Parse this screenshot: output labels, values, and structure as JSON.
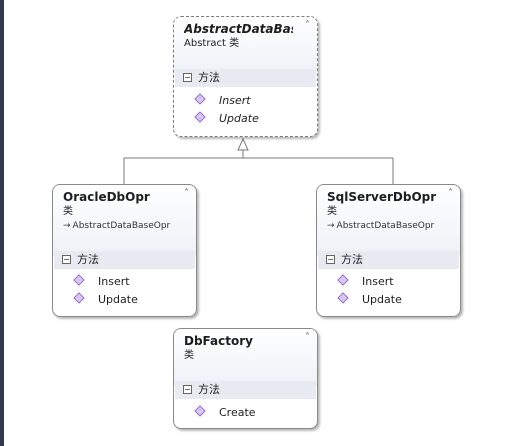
{
  "classes": {
    "abstract_db": {
      "name": "AbstractDataBas...",
      "stereotype": "Abstract 类",
      "section": "方法",
      "methods": [
        "Insert",
        "Update"
      ]
    },
    "oracle": {
      "name": "OracleDbOpr",
      "stereotype": "类",
      "inherits": "AbstractDataBaseOpr",
      "section": "方法",
      "methods": [
        "Insert",
        "Update"
      ]
    },
    "sqlserver": {
      "name": "SqlServerDbOpr",
      "stereotype": "类",
      "inherits": "AbstractDataBaseOpr",
      "section": "方法",
      "methods": [
        "Insert",
        "Update"
      ]
    },
    "factory": {
      "name": "DbFactory",
      "stereotype": "类",
      "section": "方法",
      "methods": [
        "Create"
      ]
    }
  },
  "icons": {
    "collapse": "chevron-up-icon",
    "method": "method-icon",
    "inherit": "inheritance-arrow-icon",
    "section_toggle": "minus-toggle-icon"
  },
  "colors": {
    "method_icon": "#8a59c4",
    "header_gradient_end": "#eef1f7",
    "section_band": "#e7eaf0"
  }
}
